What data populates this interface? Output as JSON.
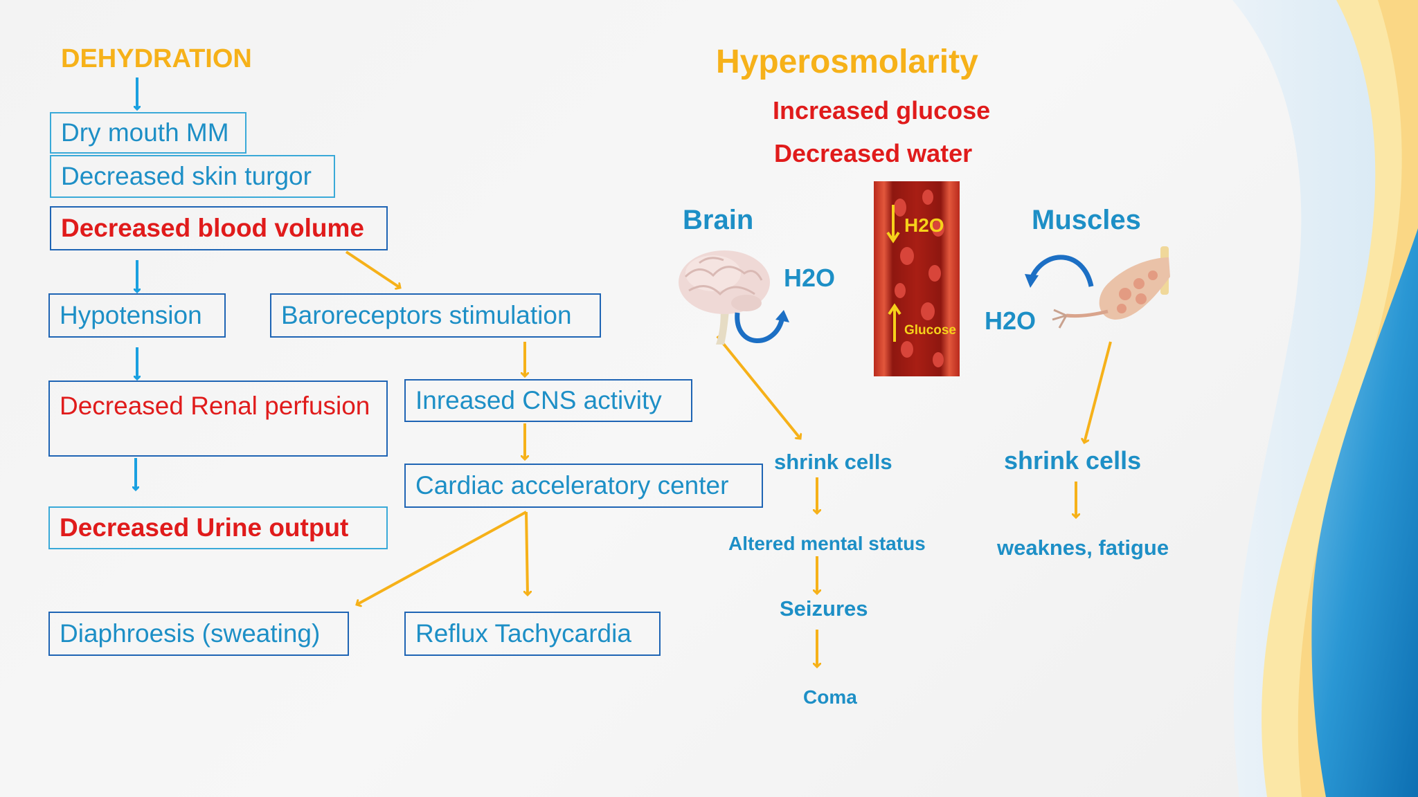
{
  "left": {
    "title": "DEHYDRATION",
    "dry_mouth": "Dry mouth MM",
    "skin_turgor": "Decreased skin turgor",
    "blood_volume": "Decreased blood volume",
    "hypotension": "Hypotension",
    "baroreceptors": "Baroreceptors stimulation",
    "renal": "Decreased Renal perfusion",
    "cns": "Inreased  CNS  activity",
    "cardiac": "Cardiac  acceleratory  center",
    "urine": "Decreased Urine output",
    "diaphoresis": "Diaphroesis (sweating)",
    "tachycardia": "Reflux Tachycardia"
  },
  "right": {
    "title": "Hyperosmolarity",
    "glucose": "Increased glucose",
    "water": "Decreased water",
    "brain": "Brain",
    "muscles": "Muscles",
    "h2o_brain": "H2O",
    "h2o_muscle": "H2O",
    "vessel_h2o": "H2O",
    "vessel_glucose": "Glucose",
    "shrink_brain": "shrink cells",
    "shrink_muscle": "shrink cells",
    "mental": "Altered mental status",
    "seizures": "Seizures",
    "coma": "Coma",
    "weakness": "weaknes, fatigue"
  },
  "colors": {
    "blue_text": "#1d8fc6",
    "red_text": "#e01b1b",
    "orange": "#f6b119",
    "box_border": "#1e64b4",
    "blue_arrow": "#1aa0e0"
  }
}
